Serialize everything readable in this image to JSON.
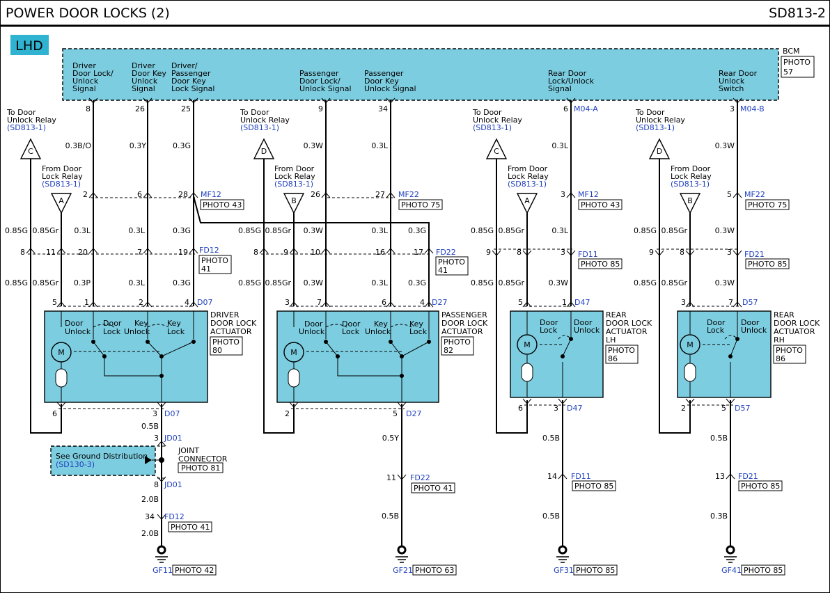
{
  "header": {
    "title": "POWER DOOR LOCKS (2)",
    "code": "SD813-2"
  },
  "badge": "LHD",
  "bcm": {
    "name": "BCM",
    "photo": "PHOTO 57",
    "signals": [
      [
        "Driver",
        "Door Lock/",
        "Unlock",
        "Signal"
      ],
      [
        "Driver",
        "Door Key",
        "Unlock",
        "Signal"
      ],
      [
        "Driver/",
        "Passenger",
        "Door Key",
        "Lock Signal"
      ],
      [
        "Passenger",
        "Door Lock/",
        "Unlock Signal"
      ],
      [
        "Passenger",
        "Door Key",
        "Unlock Signal"
      ],
      [
        "Rear Door",
        "Lock/Unlock",
        "Signal"
      ],
      [
        "Rear Door",
        "Unlock",
        "Switch"
      ]
    ],
    "pins": [
      "8",
      "26",
      "25",
      "9",
      "34",
      "6",
      "3"
    ],
    "pin_refs": [
      "M04-A",
      "M04-B"
    ]
  },
  "relays": {
    "to_door_unlock": [
      "To Door",
      "Unlock Relay",
      "(SD813-1)"
    ],
    "from_door_lock": [
      "From Door",
      "Lock Relay",
      "(SD813-1)"
    ],
    "letters": [
      "C",
      "D",
      "C",
      "D",
      "A",
      "B",
      "A",
      "B"
    ]
  },
  "wires": {
    "top": [
      "0.3B/O",
      "0.3Y",
      "0.3G",
      "0.3W",
      "0.3L",
      "0.3L",
      "0.3W"
    ],
    "mid": [
      "0.85G",
      "0.85Gr",
      "0.3L",
      "0.3L",
      "0.3G",
      "0.85G",
      "0.85Gr",
      "0.3W",
      "0.3L",
      "0.3G",
      "0.85G",
      "0.85Gr",
      "0.3L",
      "0.85G",
      "0.85Gr",
      "0.3W"
    ],
    "low": [
      "0.85G",
      "0.85Gr",
      "0.3P",
      "0.3L",
      "0.3G",
      "0.85G",
      "0.85Gr",
      "0.3W",
      "0.3L",
      "0.3G",
      "0.85G",
      "0.85Gr",
      "0.3W",
      "0.85G",
      "0.85Gr",
      "0.3W"
    ],
    "bottom": [
      "0.5B",
      "2.0B",
      "2.0B",
      "0.5Y",
      "0.5B",
      "0.5B",
      "0.5B",
      "0.5B",
      "0.3B"
    ]
  },
  "connectors": {
    "mf12": "MF12",
    "mf22": "MF22",
    "fd12": "FD12",
    "fd22": "FD22",
    "fd11": "FD11",
    "fd21": "FD21",
    "d07": "D07",
    "d27": "D27",
    "d47": "D47",
    "d57": "D57",
    "jd01": "JD01",
    "photo_41": "PHOTO 41",
    "photo_43": "PHOTO 43",
    "photo_75": "PHOTO 75",
    "photo_85": "PHOTO 85",
    "pins_mf": [
      "2",
      "6",
      "28",
      "26",
      "27",
      "3",
      "5"
    ],
    "pins_fd": [
      "8",
      "11",
      "20",
      "7",
      "19",
      "8",
      "9",
      "10",
      "16",
      "17",
      "9",
      "8",
      "3",
      "9",
      "8",
      "3"
    ],
    "pins_act_top": [
      "5",
      "1",
      "2",
      "4",
      "3",
      "7",
      "6",
      "4",
      "5",
      "1",
      "3",
      "7"
    ],
    "pins_act_bot": [
      "6",
      "3",
      "2",
      "5",
      "6",
      "3",
      "2",
      "5"
    ],
    "pins_misc": [
      "3",
      "8",
      "34",
      "11",
      "14",
      "13"
    ]
  },
  "actuators": [
    {
      "name": [
        "DRIVER",
        "DOOR LOCK",
        "ACTUATOR"
      ],
      "photo": "PHOTO 80",
      "labels": [
        "Door",
        "Unlock",
        "Door",
        "Lock",
        "Key",
        "Unlock",
        "Key",
        "Lock"
      ]
    },
    {
      "name": [
        "PASSENGER",
        "DOOR LOCK",
        "ACTUATOR"
      ],
      "photo": "PHOTO 82",
      "labels": [
        "Door",
        "Unlock",
        "Door",
        "Lock",
        "Key",
        "Unlock",
        "Key",
        "Lock"
      ]
    },
    {
      "name": [
        "REAR",
        "DOOR LOCK",
        "ACTUATOR",
        "LH"
      ],
      "photo": "PHOTO 86",
      "labels": [
        "Door",
        "Lock",
        "Door",
        "Unlock"
      ]
    },
    {
      "name": [
        "REAR",
        "DOOR LOCK",
        "ACTUATOR",
        "RH"
      ],
      "photo": "PHOTO 86",
      "labels": [
        "Door",
        "Lock",
        "Door",
        "Unlock"
      ]
    }
  ],
  "motor": "M",
  "joint": {
    "text": [
      "JOINT",
      "CONNECTOR"
    ],
    "photo": "PHOTO 81"
  },
  "ground_dist": [
    "See Ground Distribution",
    "(SD130-3)"
  ],
  "grounds": [
    {
      "name": "GF11",
      "photo": "PHOTO 42"
    },
    {
      "name": "GF21",
      "photo": "PHOTO 63"
    },
    {
      "name": "GF31",
      "photo": "PHOTO 85"
    },
    {
      "name": "GF41",
      "photo": "PHOTO 85"
    }
  ]
}
